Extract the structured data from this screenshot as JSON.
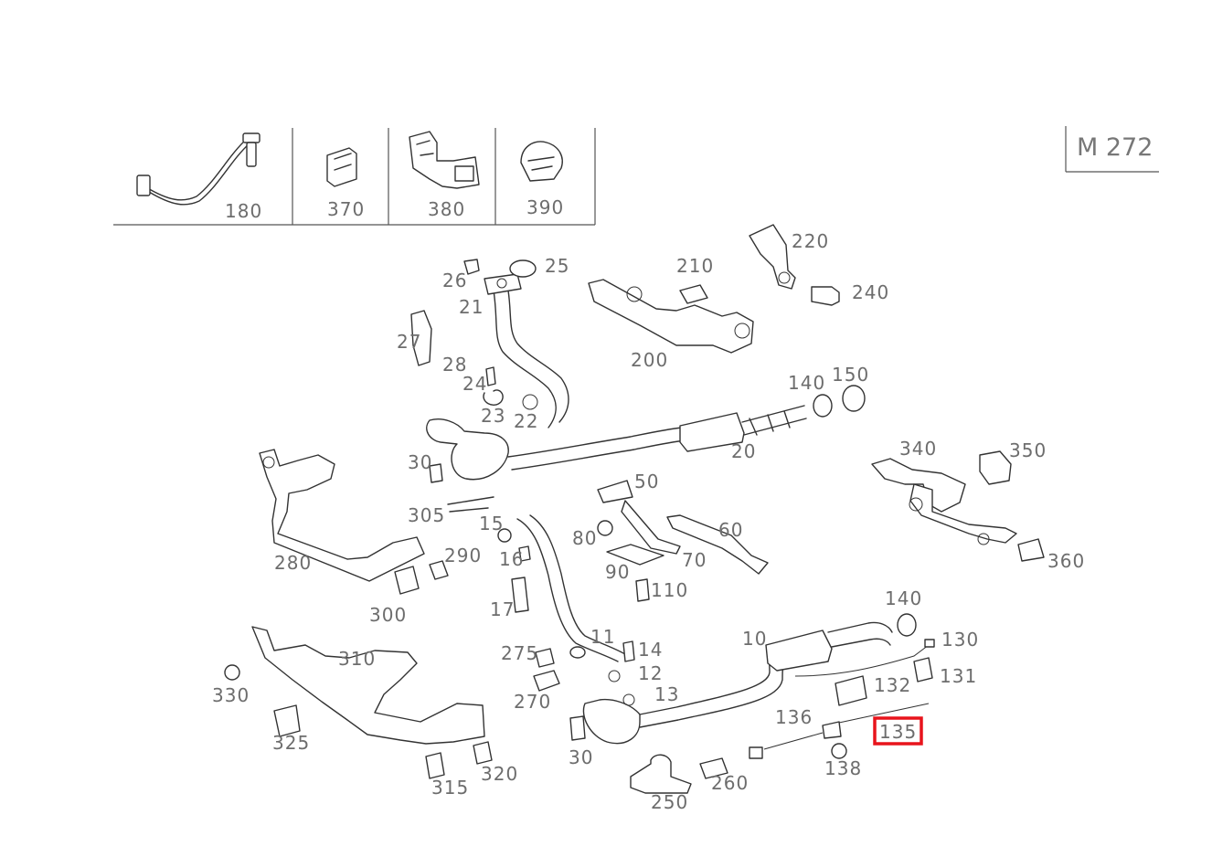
{
  "engine_code": "M 272",
  "highlighted_part": "135",
  "highlight_color": "#e8141c",
  "inset_parts": [
    "180",
    "370",
    "380",
    "390"
  ],
  "part_labels": [
    "220",
    "210",
    "240",
    "200",
    "26",
    "25",
    "21",
    "27",
    "28",
    "24",
    "23",
    "22",
    "140",
    "150",
    "20",
    "30",
    "305",
    "15",
    "16",
    "17",
    "50",
    "80",
    "90",
    "70",
    "60",
    "110",
    "280",
    "290",
    "300",
    "340",
    "350",
    "360",
    "140",
    "130",
    "131",
    "10",
    "132",
    "11",
    "14",
    "12",
    "13",
    "275",
    "270",
    "30",
    "136",
    "135",
    "138",
    "250",
    "260",
    "310",
    "330",
    "325",
    "315",
    "320"
  ]
}
